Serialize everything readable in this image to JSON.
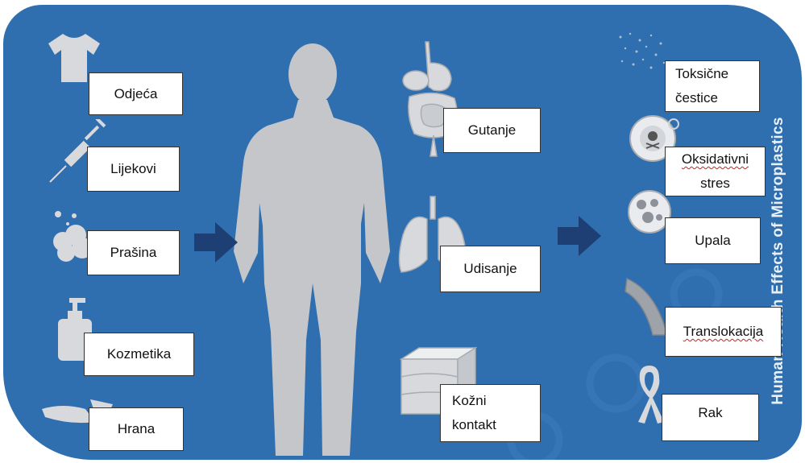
{
  "sources": [
    "Odjeća",
    "Lijekovi",
    "Prašina",
    "Kozmetika",
    "Hrana"
  ],
  "exposure_routes": [
    {
      "line1": "Gutanje",
      "line2": ""
    },
    {
      "line1": "Udisanje",
      "line2": ""
    },
    {
      "line1": "Kožni",
      "line2": "kontakt"
    }
  ],
  "effects": [
    {
      "line1": "Toksične",
      "line2": "čestice"
    },
    {
      "line1": "Oksidativni",
      "line2": "stres"
    },
    {
      "line1": "Upala",
      "line2": ""
    },
    {
      "line1": "Translokacija",
      "line2": ""
    },
    {
      "line1": "Rak",
      "line2": ""
    }
  ],
  "side_title": "Human Health Effects of Microplastics",
  "colors": {
    "background": "#2f6fb0",
    "arrow": "#1d3f73",
    "silhouette": "#c4c6c9",
    "icon": "#d7d9dc"
  },
  "icons": [
    "t-shirt-icon",
    "syringe-icon",
    "dust-cloud-icon",
    "lotion-bottle-icon",
    "food-icon",
    "person-silhouette",
    "digestive-system-icon",
    "lungs-icon",
    "skin-layers-icon",
    "particles-icon",
    "toxic-cell-icon",
    "inflamed-cell-icon",
    "tissue-icon",
    "awareness-ribbon-icon"
  ]
}
